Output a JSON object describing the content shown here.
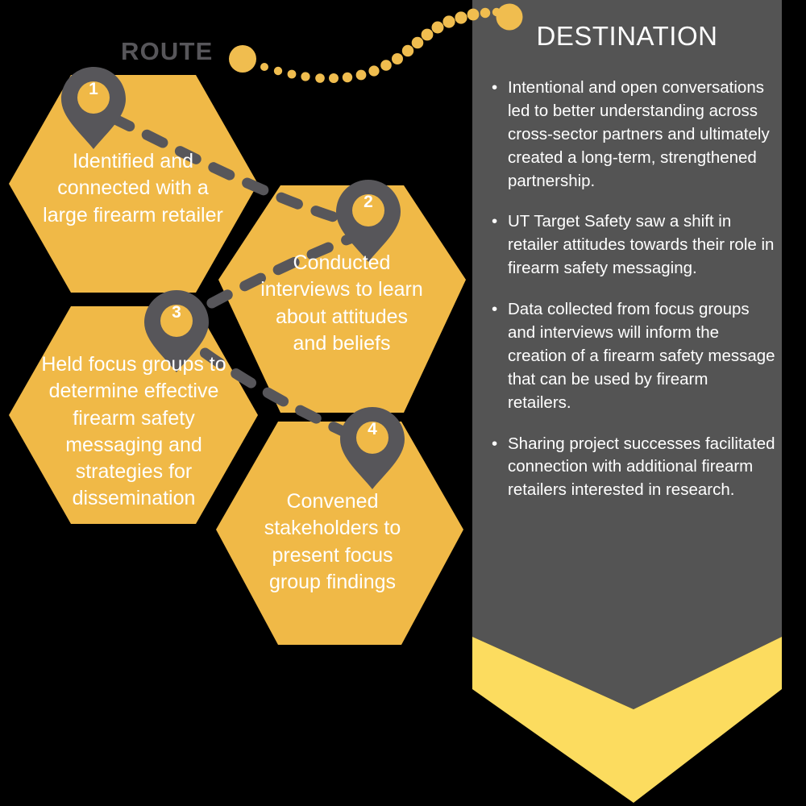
{
  "route": {
    "label": "ROUTE",
    "steps": [
      {
        "number": "1",
        "text": "Identified and connected with a large firearm retailer"
      },
      {
        "number": "2",
        "text": "Conducted interviews to learn about attitudes and beliefs"
      },
      {
        "number": "3",
        "text": "Held focus groups to determine effective firearm safety messaging and strategies for dissemination"
      },
      {
        "number": "4",
        "text": "Convened stakeholders to present focus group findings"
      }
    ]
  },
  "destination": {
    "title": "DESTINATION",
    "bullet_char": "•",
    "bullets": [
      "Intentional and open conversations led to better understanding across cross-sector partners and ultimately created a long-term, strengthened partnership.",
      "UT Target Safety saw a shift in retailer attitudes towards their role in firearm safety messaging.",
      "Data collected from focus groups and interviews will inform the creation of a firearm safety message that can be used by firearm retailers."
    ],
    "bullets_extra": [
      "Sharing project successes facilitated connection with additional firearm retailers interested in research."
    ]
  },
  "colors": {
    "background": "#000000",
    "hexagon_fill": "#F0B947",
    "panel_gray": "#545454",
    "pin_gray": "#57565A",
    "accent_yellow": "#F0BD4F",
    "chevron_yellow": "#FCDC5F",
    "text_white": "#FFFFFF",
    "route_label_gray": "#57565A"
  }
}
